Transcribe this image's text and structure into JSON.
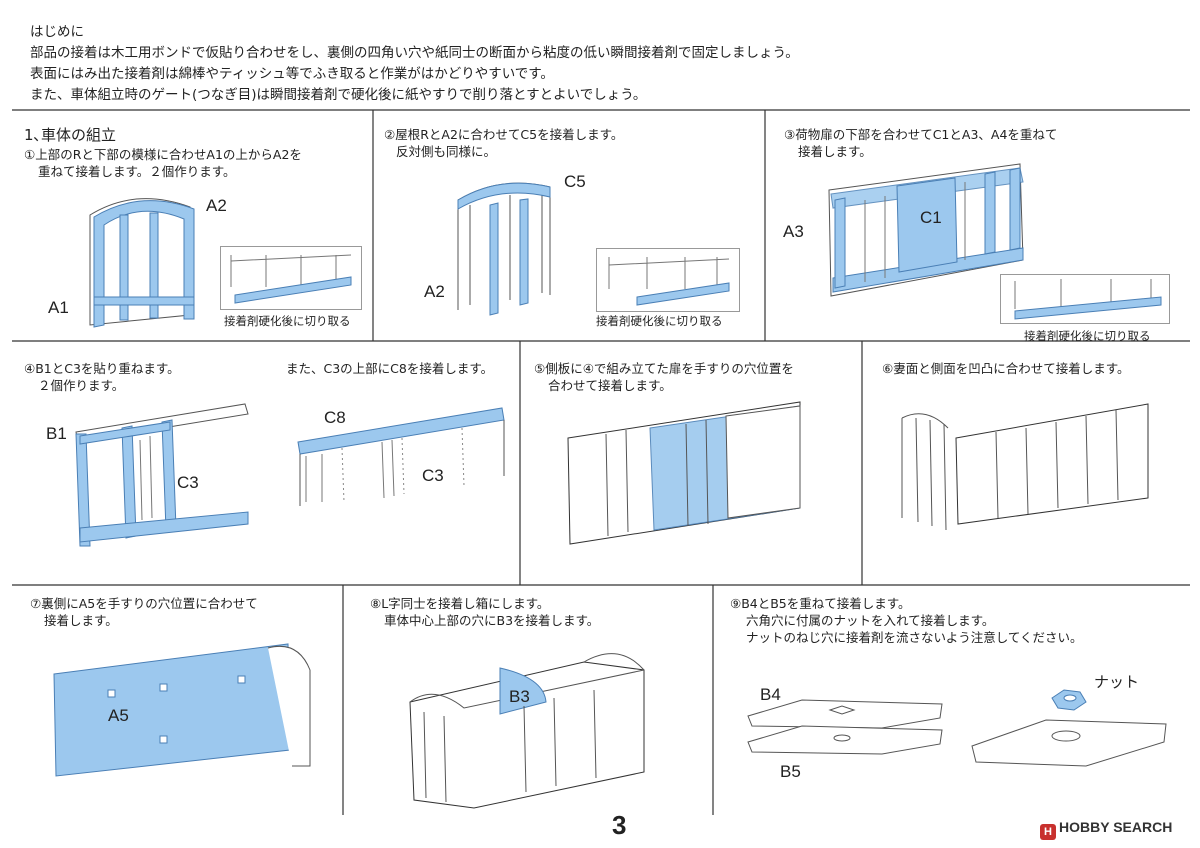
{
  "colors": {
    "blue_part": "#9cc8ee",
    "line": "#555555",
    "border": "#333333"
  },
  "intro": {
    "l1": "はじめに",
    "l2": "部品の接着は木工用ボンドで仮貼り合わせをし、裏側の四角い穴や紙同士の断面から粘度の低い瞬間接着剤で固定しましょう。",
    "l3": "表面にはみ出た接着剤は綿棒やティッシュ等でふき取ると作業がはかどりやすいです。",
    "l4": "また、車体組立時のゲート(つなぎ目)は瞬間接着剤で硬化後に紙やすりで削り落とすとよいでしょう。"
  },
  "section": {
    "title": "1､車体の組立"
  },
  "steps": {
    "s1": {
      "l1": "①上部のRと下部の模様に合わせA1の上からA2を",
      "l2": "重ねて接着します。２個作ります。",
      "a1": "A1",
      "a2": "A2",
      "note": "接着剤硬化後に切り取る"
    },
    "s2": {
      "l1": "②屋根RとA2に合わせてC5を接着します。",
      "l2": "反対側も同様に。",
      "c5": "C5",
      "a2": "A2",
      "note": "接着剤硬化後に切り取る"
    },
    "s3": {
      "l1": "③荷物扉の下部を合わせてC1とA3、A4を重ねて",
      "l2": "接着します。",
      "a3": "A3",
      "c1": "C1",
      "note": "接着剤硬化後に切り取る"
    },
    "s4": {
      "l1": "④B1とC3を貼り重ねます。",
      "l2": "２個作ります。",
      "l3": "また、C3の上部にC8を接着します。",
      "b1": "B1",
      "c3": "C3",
      "c8": "C8",
      "c3b": "C3"
    },
    "s5": {
      "l1": "⑤側板に④で組み立てた扉を手すりの穴位置を",
      "l2": "合わせて接着します。"
    },
    "s6": {
      "l1": "⑥妻面と側面を凹凸に合わせて接着します。"
    },
    "s7": {
      "l1": "⑦裏側にA5を手すりの穴位置に合わせて",
      "l2": "接着します。",
      "a5": "A5"
    },
    "s8": {
      "l1": "⑧L字同士を接着し箱にします。",
      "l2": "車体中心上部の穴にB3を接着します。",
      "b3": "B3"
    },
    "s9": {
      "l1": "⑨B4とB5を重ねて接着します。",
      "l2": "六角穴に付属のナットを入れて接着します。",
      "l3": "ナットのねじ穴に接着剤を流さないよう注意してください。",
      "b4": "B4",
      "b5": "B5",
      "nut": "ナット"
    }
  },
  "footer": {
    "page": "3",
    "brand": "HOBBY SEARCH",
    "brand_mark": "H"
  }
}
